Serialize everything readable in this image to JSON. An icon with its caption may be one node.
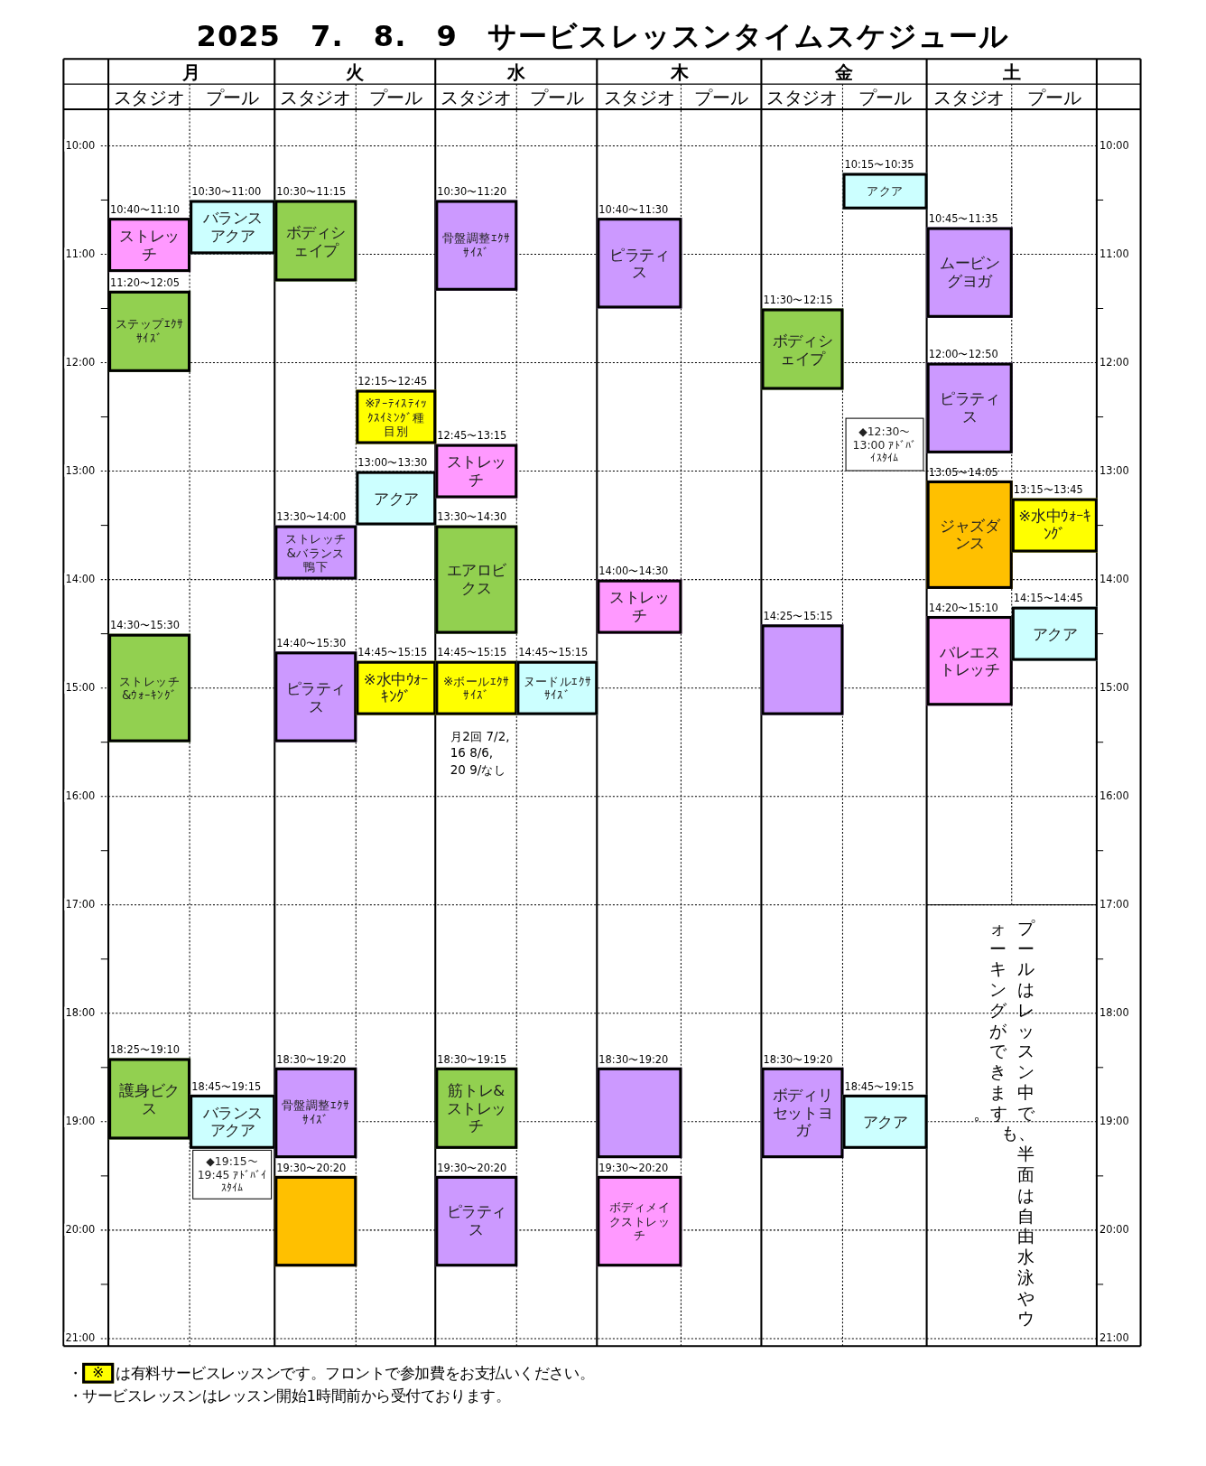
{
  "diagram": {
    "title": "2025　7.　8.　9　サービスレッスンタイムスケジュール",
    "nodes": [
      {
        "text": [
          "10:40〜11:10",
          "ストレッチ"
        ]
      },
      {
        "text": [
          "10:30〜11:00",
          "バランスアクア"
        ]
      },
      {
        "text": [
          "11:20〜12:05",
          "ステップｴｸｻｻｲｽﾞ"
        ]
      },
      {
        "text": [
          "14:30〜15:30",
          "ストレッチ&ｳｫｰｷﾝｸﾞ"
        ]
      },
      {
        "text": [
          "18:25〜19:10",
          "護身ビクス"
        ]
      },
      {
        "text": [
          "18:45〜19:15",
          "バランスアクア"
        ]
      },
      {
        "text": [
          "◆19:15〜 19:45 ｱﾄﾞﾊﾞｲｽﾀｲﾑ"
        ]
      },
      {
        "text": [
          "10:30〜11:15",
          "ボディシェイプ"
        ]
      },
      {
        "text": [
          "12:15〜12:45",
          "※ｱｰﾃｨｽﾃｨｯｸｽｲﾐﾝｸﾞ種目別"
        ]
      },
      {
        "text": [
          "13:00〜13:30",
          "アクア"
        ]
      },
      {
        "text": [
          "13:30〜14:00",
          "ストレッチ&バランス鴨下"
        ]
      },
      {
        "text": [
          "14:40〜15:30",
          "ピラティス"
        ]
      },
      {
        "text": [
          "14:45〜15:15",
          "※水中ｳｫｰｷﾝｸﾞ"
        ]
      },
      {
        "text": [
          "18:30〜19:20",
          "骨盤調整ｴｸｻｻｲｽﾞ"
        ]
      },
      {
        "text": [
          "19:30〜20:20"
        ]
      },
      {
        "text": [
          "10:30〜11:20",
          "骨盤調整ｴｸｻｻｲｽﾞ"
        ]
      },
      {
        "text": [
          "12:45〜13:15",
          "ストレッチ"
        ]
      },
      {
        "text": [
          "13:30〜14:30",
          "エアロビクス"
        ]
      },
      {
        "text": [
          "14:45〜15:15",
          "※ボールｴｸｻｻｲｽﾞ"
        ],
        "beside": [
          "月2回 7/2, 16 8/6, 20 9/なし"
        ]
      },
      {
        "text": [
          "14:45〜15:15",
          "ヌードルｴｸｻｻｲｽﾞ"
        ]
      },
      {
        "text": [
          "18:30〜19:15",
          "筋トレ&ストレッチ"
        ]
      },
      {
        "text": [
          "19:30〜20:20",
          "ピラティス"
        ]
      },
      {
        "text": [
          "10:40〜11:30",
          "ピラティス"
        ]
      },
      {
        "text": [
          "14:00〜14:30",
          "ストレッチ"
        ]
      },
      {
        "text": [
          "18:30〜19:20"
        ]
      },
      {
        "text": [
          "19:30〜20:20",
          "ボディメイクストレッチ"
        ]
      },
      {
        "text": [
          "10:15〜10:35",
          "アクア"
        ]
      },
      {
        "text": [
          "11:30〜12:15",
          "ボディシェイプ"
        ]
      },
      {
        "text": [
          "◆12:30〜 13:00 ｱﾄﾞﾊﾞｲｽﾀｲﾑ"
        ]
      },
      {
        "text": [
          "14:25〜15:15"
        ]
      },
      {
        "text": [
          "18:30〜19:20",
          "ボディリセットヨガ"
        ]
      },
      {
        "text": [
          "18:45〜19:15",
          "アクア"
        ]
      },
      {
        "text": [
          "10:45〜11:35",
          "ムービングヨガ"
        ]
      },
      {
        "text": [
          "12:00〜12:50",
          "ピラティス"
        ]
      },
      {
        "text": [
          "13:05〜14:05",
          "ジャズダンス"
        ]
      },
      {
        "text": [
          "13:15〜13:45",
          "※水中ｳｫｰｷﾝｸﾞ"
        ]
      },
      {
        "text": [
          "14:20〜15:10",
          "バレエストレッチ"
        ]
      },
      {
        "text": [
          "14:15〜14:45",
          "アクア"
        ]
      },
      {
        "text": [
          "※"
        ]
      }
    ],
    "labels": [
      "月",
      "火",
      "水",
      "木",
      "金",
      "土",
      "スタジオ",
      "プール",
      "スタジオ",
      "プール",
      "スタジオ",
      "プール",
      "スタジオ",
      "プール",
      "スタジオ",
      "プール",
      "スタジオ",
      "プール",
      "10:00",
      "10:00",
      "11:00",
      "11:00",
      "12:00",
      "12:00",
      "13:00",
      "13:00",
      "14:00",
      "14:00",
      "15:00",
      "15:00",
      "16:00",
      "16:00",
      "17:00",
      "17:00",
      "18:00",
      "18:00",
      "19:00",
      "19:00",
      "20:00",
      "20:00",
      "21:00",
      "21:00",
      "プールはレッスン中でも、半面は自由水泳やウォーキングができます。",
      "・",
      "は有料サービスレッスンです。フロントで参加費をお支払いください。",
      "・サービスレッスンはレッスン開始1時間前から受付ております。"
    ]
  }
}
